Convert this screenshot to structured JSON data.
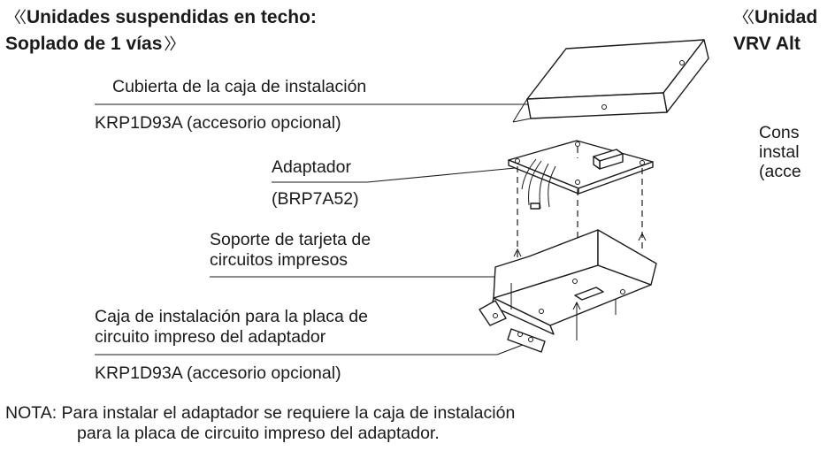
{
  "left_section": {
    "title_open": "〈〈",
    "title_line1": "Unidades suspendidas en techo:",
    "title_line2": "Soplado de 1 vías",
    "title_close": "〉〉"
  },
  "right_section": {
    "title_open": "〈〈",
    "title_line1": "Unidad",
    "title_line2": "VRV Alt",
    "label_line1": "Cons",
    "label_line2": "instal",
    "label_line3": "(acce"
  },
  "labels": {
    "cover": "Cubierta de la caja de instalación",
    "cover_part": "KRP1D93A (accesorio opcional)",
    "adapter": "Adaptador",
    "adapter_part": "(BRP7A52)",
    "support_line1": "Soporte de tarjeta de",
    "support_line2": "circuitos impresos",
    "box_line1": "Caja de instalación para la placa de",
    "box_line2": "circuito impreso del adaptador",
    "box_part": "KRP1D93A (accesorio opcional)"
  },
  "note": {
    "line1": "NOTA: Para instalar el adaptador se requiere la caja de instalación",
    "line2": "para la placa de circuito impreso del adaptador."
  }
}
